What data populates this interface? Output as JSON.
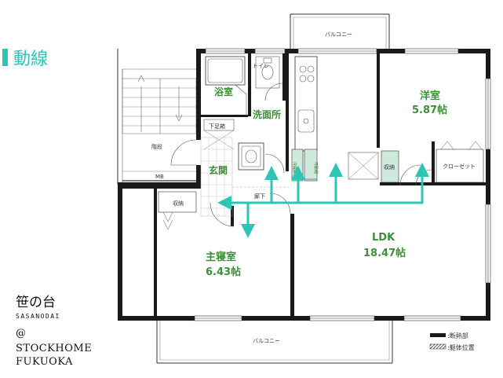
{
  "header": {
    "title": "動線",
    "accent_color": "#2ec4b6"
  },
  "rooms": {
    "balcony_top": "バルコニー",
    "bathroom": "浴室",
    "toilet": "トイレ",
    "washroom": "洗面所",
    "shoe_closet": "下足箱",
    "entrance": "玄関",
    "hallway": "廊下",
    "stairs": "階段",
    "mb": "MB",
    "storage_left": "収納",
    "master_bedroom": "主寝室",
    "master_bedroom_size": "6.43帖",
    "ldk": "LDK",
    "ldk_size": "18.47帖",
    "western_room": "洋室",
    "western_room_size": "5.87帖",
    "storage_right": "収納",
    "closet": "クローゼット",
    "fridge_1": "冷蔵庫",
    "fridge_2": "可動棚",
    "balcony_bottom": "バルコニー"
  },
  "brand": {
    "name": "笹の台",
    "romaji": "SASANODAI",
    "at": "@",
    "company_1": "STOCKHOME",
    "company_2": "FUKUOKA"
  },
  "legend": {
    "insulation": ":断熱部",
    "structure": ":躯体位置"
  },
  "colors": {
    "wall": "#1a1a1a",
    "flow_arrow": "#2ec4b6",
    "room_label": "#3a8f3a",
    "fixture_fill": "#cfe9dd"
  }
}
